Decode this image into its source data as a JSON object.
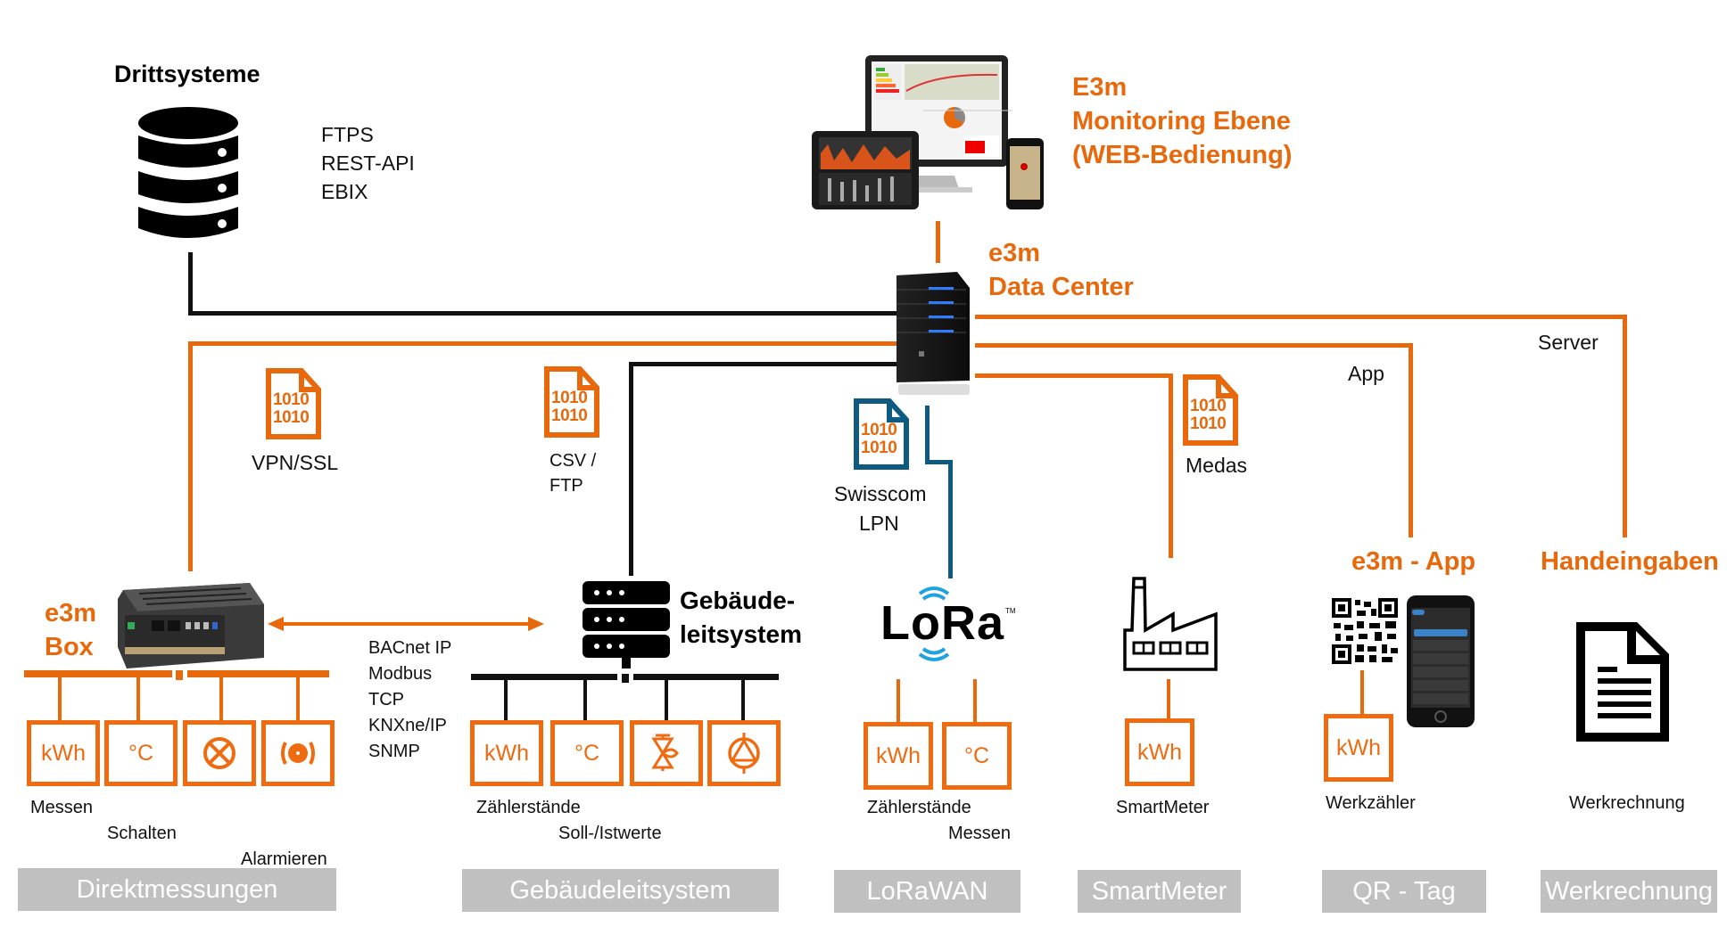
{
  "colors": {
    "accent": "#e8680c",
    "line_dark": "#111111",
    "lora_blue": "#0f5a80",
    "category_gray": "#c0c0c0"
  },
  "third_party": {
    "title": "Drittsysteme",
    "protocols": [
      "FTPS",
      "REST-API",
      "EBIX"
    ],
    "icon": "database-icon"
  },
  "monitoring": {
    "line1": "E3m",
    "line2": "Monitoring Ebene",
    "line3": "(WEB-Bedienung)",
    "icon": "devices-dashboard-icon"
  },
  "data_center": {
    "line1": "e3m",
    "line2": "Data Center",
    "icon": "server-tower-icon"
  },
  "connections": {
    "vpn": "VPN/SSL",
    "csv_line1": "CSV /",
    "csv_line2": "FTP",
    "swisscom_line1": "Swisscom",
    "swisscom_line2": "LPN",
    "medas": "Medas",
    "app": "App",
    "server": "Server"
  },
  "box": {
    "line1": "e3m",
    "line2": "Box",
    "protocols": [
      "BACnet IP",
      "Modbus",
      "TCP",
      "KNXne/IP",
      "SNMP"
    ],
    "devices": [
      "kWh",
      "°C",
      "switch-icon",
      "alarm-icon"
    ],
    "labels": [
      "Messen",
      "Schalten",
      "Alarmieren"
    ]
  },
  "gls": {
    "line1": "Gebäude-",
    "line2": "leitsystem",
    "devices": [
      "kWh",
      "°C",
      "valve-icon",
      "pump-icon"
    ],
    "labels": [
      "Zählerstände",
      "Soll-/Istwerte"
    ]
  },
  "lora": {
    "logo": "LoRa",
    "tm": "TM",
    "devices": [
      "kWh",
      "°C"
    ],
    "labels": [
      "Zählerstände",
      "Messen"
    ]
  },
  "smartmeter": {
    "devices": [
      "kWh"
    ],
    "label": "SmartMeter",
    "icon": "factory-icon"
  },
  "app": {
    "title": "e3m - App",
    "devices": [
      "kWh"
    ],
    "label": "Werkzähler",
    "icons": [
      "qr-code-icon",
      "smartphone-icon"
    ]
  },
  "manual": {
    "title": "Handeingaben",
    "label": "Werkrechnung",
    "icon": "document-icon"
  },
  "categories": [
    "Direktmessungen",
    "Gebäudeleitsystem",
    "LoRaWAN",
    "SmartMeter",
    "QR - Tag",
    "Werkrechnung"
  ],
  "file_icon_text": "1010"
}
